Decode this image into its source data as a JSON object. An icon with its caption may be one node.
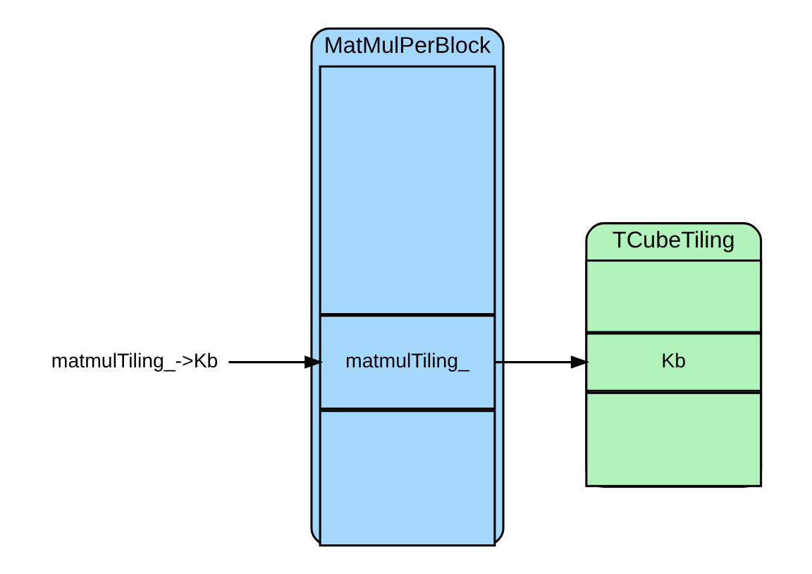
{
  "diagram": {
    "nodes": [
      {
        "text": [
          "MatMulPerBlock"
        ]
      },
      {
        "text": [],
        "shape": "box",
        "in": 0
      },
      {
        "text": [
          "matmulTiling_"
        ],
        "in": 0
      },
      {
        "text": [],
        "shape": "box",
        "in": 0
      },
      {
        "text": [
          "TCubeTiling"
        ]
      },
      {
        "text": [],
        "shape": "box",
        "in": 4
      },
      {
        "text": [
          "Kb"
        ],
        "in": 4
      },
      {
        "text": [],
        "shape": "box",
        "in": 4
      },
      {
        "text": [
          "matmulTiling_->Kb"
        ]
      }
    ],
    "edges": [
      {
        "from": 8,
        "to": 2,
        "arrow": "to"
      },
      {
        "from": 2,
        "to": 6,
        "arrow": "to"
      }
    ]
  }
}
